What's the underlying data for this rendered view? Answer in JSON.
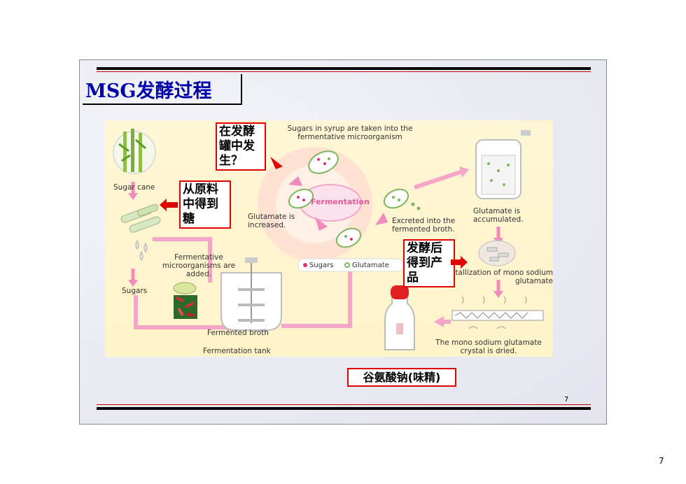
{
  "title": "MSG发酵过程",
  "notes": {
    "fermenter": "在发酵罐中发生？",
    "raw": "从原料中得到糖",
    "product": "发酵后得到产品",
    "msg": "谷氨酸钠(味精)"
  },
  "labels": {
    "sugars_syrup": "Sugars in syrup are taken into the fermentative microorganism",
    "sugar_cane": "Sugar cane",
    "fermentation": "Fermentation",
    "glutamate_increased": "Glutamate is increased.",
    "excreted": "Excreted into the fermented broth.",
    "glutamate_accumulated": "Glutamate is accumulated.",
    "fermentative_added": "Fermentative microorganisms are added.",
    "legend_sugars": "Sugars",
    "legend_glutamate": "Glutamate",
    "crystallization": "Crystallization of mono sodium glutamate",
    "sugars": "Sugars",
    "fermented_broth": "Fermented broth",
    "fermentation_tank": "Fermentation tank",
    "dried": "The mono sodium glutamate crystal is dried."
  },
  "slide_number": "7",
  "page_number": "7",
  "colors": {
    "title": "#0000a8",
    "accent_red": "#e00000",
    "arrow_pink": "#f08cbc"
  }
}
